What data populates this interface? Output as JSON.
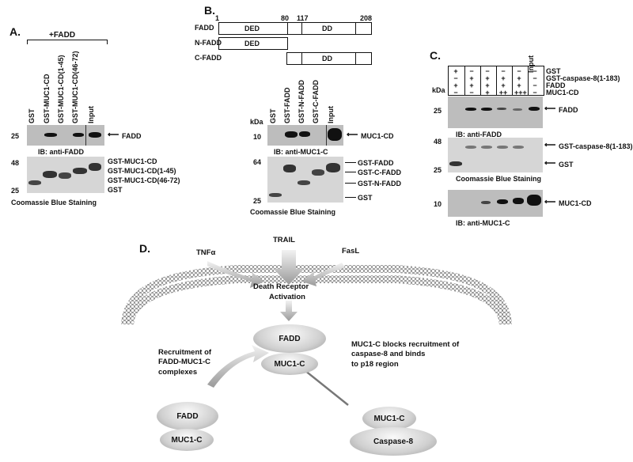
{
  "panelA": {
    "label": "A.",
    "header": "+FADD",
    "lanes": [
      "GST",
      "GST-MUC1-CD",
      "GST-MUC1-CD(1-45)",
      "GST-MUC1-CD(46-72)",
      "Input"
    ],
    "blot_marker": "25",
    "blot_arrow": "FADD",
    "blot_caption": "IB: anti-FADD",
    "gel_markers": [
      "48",
      "25"
    ],
    "gel_labels": [
      "GST-MUC1-CD",
      "GST-MUC1-CD(1-45)",
      "GST-MUC1-CD(46-72)",
      "GST"
    ],
    "gel_caption": "Coomassie Blue Staining"
  },
  "panelB": {
    "label": "B.",
    "positions": [
      "1",
      "80",
      "117",
      "208"
    ],
    "constructs": [
      {
        "name": "FADD",
        "domains": [
          "DED",
          "DD"
        ]
      },
      {
        "name": "N-FADD",
        "domains": [
          "DED"
        ]
      },
      {
        "name": "C-FADD",
        "domains": [
          "DD"
        ]
      }
    ],
    "kda": "kDa",
    "lanes": [
      "GST",
      "GST-FADD",
      "GST-N-FADD",
      "GST-C-FADD",
      "Input"
    ],
    "blot_marker": "10",
    "blot_arrow": "MUC1-CD",
    "blot_caption": "IB: anti-MUC1-C",
    "gel_markers": [
      "64",
      "25"
    ],
    "gel_labels": [
      "GST-FADD",
      "GST-C-FADD",
      "GST-N-FADD",
      "GST"
    ],
    "gel_caption": "Coomassie Blue Staining"
  },
  "panelC": {
    "label": "C.",
    "input": "Input",
    "kda": "kDa",
    "rows": [
      {
        "name": "GST",
        "vals": [
          "+",
          "−",
          "−",
          "−",
          "−",
          "−"
        ]
      },
      {
        "name": "GST-caspase-8(1-183)",
        "vals": [
          "−",
          "+",
          "+",
          "+",
          "+",
          "−"
        ]
      },
      {
        "name": "FADD",
        "vals": [
          "+",
          "+",
          "+",
          "+",
          "+",
          "−"
        ]
      },
      {
        "name": "MUC1-CD",
        "vals": [
          "−",
          "−",
          "+",
          "++",
          "+++",
          "−"
        ]
      }
    ],
    "blot1_marker": "25",
    "blot1_arrow": "FADD",
    "blot1_caption": "IB: anti-FADD",
    "gel_markers": [
      "48",
      "25"
    ],
    "gel_labels": [
      "GST-caspase-8(1-183)",
      "GST"
    ],
    "gel_caption": "Coomassie Blue Staining",
    "blot2_marker": "10",
    "blot2_arrow": "MUC1-CD",
    "blot2_caption": "IB: anti-MUC1-C"
  },
  "panelD": {
    "label": "D.",
    "ligands": [
      "TNFα",
      "TRAIL",
      "FasL"
    ],
    "receptor": "Death Receptor",
    "activation": "Activation",
    "left_note": "Recruitment of\nFADD-MUC1-C\ncomplexes",
    "right_note": "MUC1-C blocks recruitment of\ncaspase-8 and binds\nto p18 region",
    "node_fadd": "FADD",
    "node_muc1c": "MUC1-C",
    "node_caspase": "Caspase-8"
  }
}
